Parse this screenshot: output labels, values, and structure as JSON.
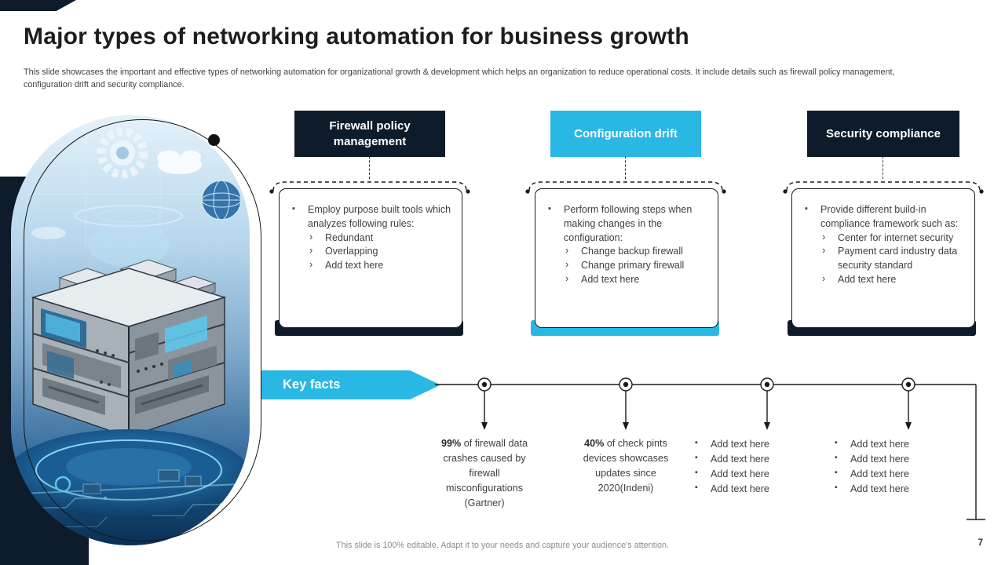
{
  "slide": {
    "title": "Major types of networking automation for business growth",
    "subtitle": "This slide showcases the important and effective types of networking automation for organizational growth & development which helps an organization to reduce operational costs. It include details such as firewall policy management, configuration drift and security compliance.",
    "footer": "This slide is 100% editable. Adapt it to your needs and capture your audience's attention.",
    "page_number": "7"
  },
  "colors": {
    "navy": "#0d1b2b",
    "cyan": "#29b7e4",
    "body_text": "#404040"
  },
  "artwork": {
    "description": "networking-servers-illustration"
  },
  "columns": [
    {
      "title": "Firewall policy management",
      "accent": "navy",
      "intro": "Employ purpose built tools which analyzes following rules:",
      "items": [
        "Redundant",
        "Overlapping",
        "Add text here"
      ]
    },
    {
      "title": "Configuration drift",
      "accent": "cyan",
      "intro": "Perform following steps when making changes in the configuration:",
      "items": [
        "Change backup firewall",
        "Change primary firewall",
        "Add text here"
      ]
    },
    {
      "title": "Security compliance",
      "accent": "navy",
      "intro": "Provide different build-in compliance framework such as:",
      "items": [
        "Center for internet security",
        "Payment card industry data security standard",
        "Add text here"
      ]
    }
  ],
  "key_facts": {
    "label": "Key facts",
    "facts": [
      {
        "type": "stat",
        "bold": "99%",
        "text": "of firewall data crashes caused by firewall misconfigurations (Gartner)"
      },
      {
        "type": "stat",
        "bold": "40%",
        "text": "of check pints devices showcases updates since 2020(Indeni)"
      },
      {
        "type": "list",
        "items": [
          "Add text here",
          "Add text here",
          "Add text here",
          "Add text here"
        ]
      },
      {
        "type": "list",
        "items": [
          "Add text here",
          "Add text here",
          "Add text here",
          "Add text here"
        ]
      }
    ]
  }
}
